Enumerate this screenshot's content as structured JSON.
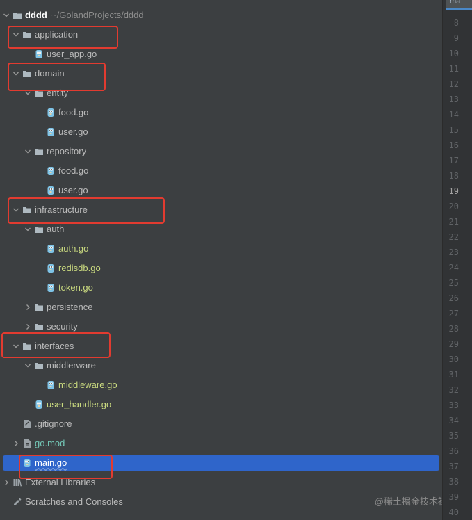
{
  "tree": {
    "root": {
      "name": "dddd",
      "path": "~/GolandProjects/dddd"
    },
    "rows": [
      {
        "id": "application",
        "label": "application",
        "type": "folder",
        "expanded": true,
        "indent": 1
      },
      {
        "id": "user-app-go",
        "label": "user_app.go",
        "type": "go",
        "indent": 2
      },
      {
        "id": "domain",
        "label": "domain",
        "type": "folder",
        "expanded": true,
        "indent": 1
      },
      {
        "id": "entity",
        "label": "entity",
        "type": "folder",
        "expanded": true,
        "indent": 2
      },
      {
        "id": "entity-food-go",
        "label": "food.go",
        "type": "go",
        "indent": 3
      },
      {
        "id": "entity-user-go",
        "label": "user.go",
        "type": "go",
        "indent": 3
      },
      {
        "id": "repository",
        "label": "repository",
        "type": "folder",
        "expanded": true,
        "indent": 2
      },
      {
        "id": "repository-food-go",
        "label": "food.go",
        "type": "go",
        "indent": 3
      },
      {
        "id": "repository-user-go",
        "label": "user.go",
        "type": "go",
        "indent": 3
      },
      {
        "id": "infrastructure",
        "label": "infrastructure",
        "type": "folder",
        "expanded": true,
        "indent": 1
      },
      {
        "id": "auth",
        "label": "auth",
        "type": "folder",
        "expanded": true,
        "indent": 2
      },
      {
        "id": "auth-go",
        "label": "auth.go",
        "type": "go",
        "indent": 3,
        "color": "green"
      },
      {
        "id": "redisdb-go",
        "label": "redisdb.go",
        "type": "go",
        "indent": 3,
        "color": "green"
      },
      {
        "id": "token-go",
        "label": "token.go",
        "type": "go",
        "indent": 3,
        "color": "green"
      },
      {
        "id": "persistence",
        "label": "persistence",
        "type": "folder",
        "expanded": false,
        "indent": 2
      },
      {
        "id": "security",
        "label": "security",
        "type": "folder",
        "expanded": false,
        "indent": 2
      },
      {
        "id": "interfaces",
        "label": "interfaces",
        "type": "folder",
        "expanded": true,
        "indent": 1
      },
      {
        "id": "middlerware",
        "label": "middlerware",
        "type": "folder",
        "expanded": true,
        "indent": 2
      },
      {
        "id": "middleware-go",
        "label": "middleware.go",
        "type": "go",
        "indent": 3,
        "color": "green"
      },
      {
        "id": "user-handler-go",
        "label": "user_handler.go",
        "type": "go",
        "indent": 2,
        "color": "green"
      },
      {
        "id": "gitignore",
        "label": ".gitignore",
        "type": "ignore",
        "indent": 1
      },
      {
        "id": "go-mod",
        "label": "go.mod",
        "type": "mod",
        "expanded": false,
        "indent": 1,
        "color": "teal",
        "hasArrow": true
      },
      {
        "id": "main-go",
        "label": "main.go",
        "type": "go",
        "indent": 1,
        "selected": true
      },
      {
        "id": "external-libraries",
        "label": "External Libraries",
        "type": "libs",
        "expanded": false,
        "indent": 0,
        "hasArrow": true
      },
      {
        "id": "scratches",
        "label": "Scratches and Consoles",
        "type": "scratch",
        "indent": 0
      }
    ]
  },
  "editor": {
    "tab_label": "ma",
    "line_numbers": [
      "8",
      "9",
      "10",
      "11",
      "12",
      "13",
      "14",
      "15",
      "16",
      "17",
      "18",
      "19",
      "20",
      "21",
      "22",
      "23",
      "24",
      "25",
      "26",
      "27",
      "28",
      "29",
      "30",
      "31",
      "32",
      "33",
      "34",
      "35",
      "36",
      "37",
      "38",
      "39",
      "40"
    ],
    "current_line": "19"
  },
  "watermark": "@稀土掘金技术社区",
  "colors": {
    "background": "#3c3f41",
    "selection": "#2f65ca",
    "highlight_box": "#e23b30",
    "modified_file": "#c9d97f",
    "go_mod": "#73c6b6"
  }
}
